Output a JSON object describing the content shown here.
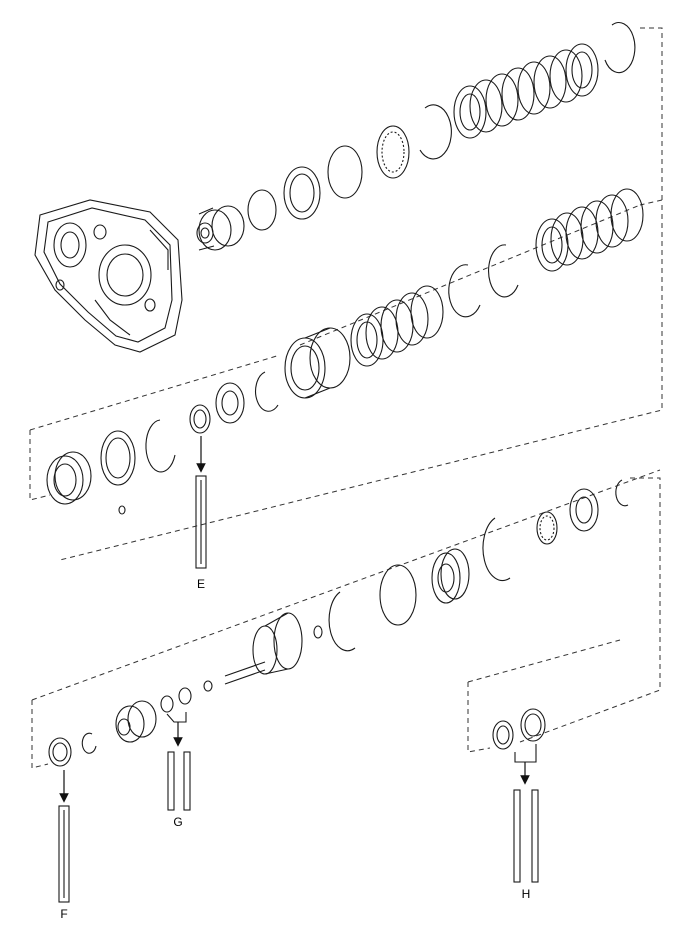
{
  "labels": {
    "e": "E",
    "f": "F",
    "g": "G",
    "h": "H"
  }
}
